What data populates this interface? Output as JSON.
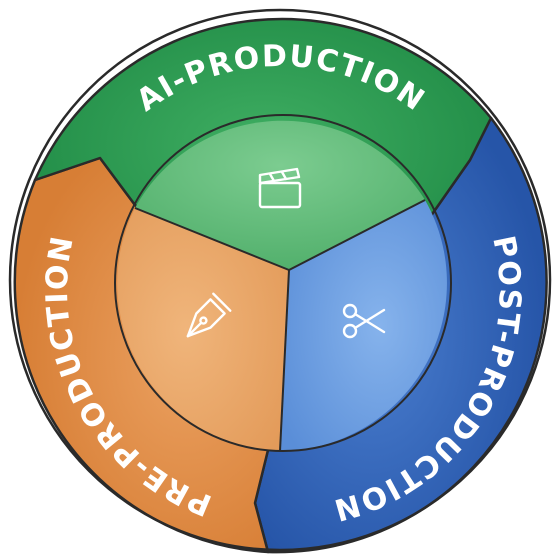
{
  "diagram": {
    "segments": [
      {
        "id": "ai-production",
        "label": "AI-PRODUCTION",
        "icon": "clapperboard-icon",
        "outer_color": "#2e9a52",
        "inner_color": "#63bd7a"
      },
      {
        "id": "post-production",
        "label": "POST-PRODUCTION",
        "icon": "scissors-icon",
        "outer_color": "#3568be",
        "inner_color": "#6c9ee0"
      },
      {
        "id": "pre-production",
        "label": "PRE-PRODUCTION",
        "icon": "fountain-pen-icon",
        "outer_color": "#df8a45",
        "inner_color": "#eaa767"
      }
    ],
    "outline_color": "#2a2a2a"
  }
}
